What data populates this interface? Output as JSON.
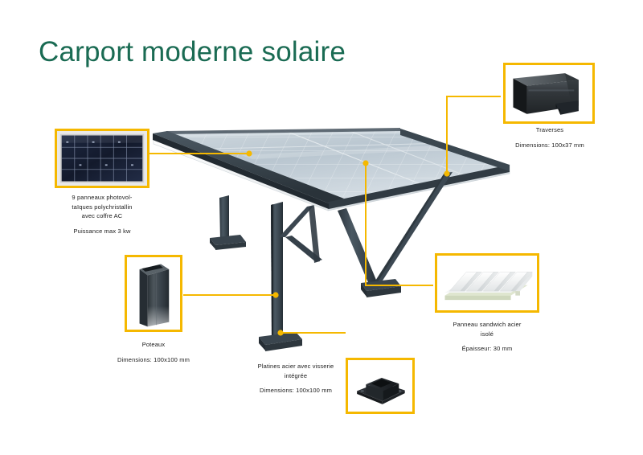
{
  "page": {
    "title": "Carport moderne solaire",
    "title_color": "#1a6b53",
    "accent_color": "#f5b800",
    "background_color": "#ffffff",
    "structure_color": "#3d4a54"
  },
  "callouts": {
    "solar_panel": {
      "icon": "solar-panel-photo",
      "caption_lines": [
        "9 panneaux photovol-",
        "taïques polychristallin",
        "avec coffre AC"
      ],
      "spec_lines": [
        "Puissance max 3 kw"
      ]
    },
    "traverses": {
      "icon": "steel-beam-photo",
      "caption_lines": [
        "Traverses"
      ],
      "spec_lines": [
        "Dimensions: 100x37 mm"
      ]
    },
    "poteaux": {
      "icon": "steel-post-photo",
      "caption_lines": [
        "Poteaux"
      ],
      "spec_lines": [
        "Dimensions: 100x100 mm"
      ]
    },
    "platines": {
      "icon": "base-plate-photo",
      "caption_lines": [
        "Platines acier avec visserie",
        "intégrée"
      ],
      "spec_lines": [
        "Dimensions: 100x100 mm"
      ]
    },
    "panneau_sandwich": {
      "icon": "sandwich-panel-photo",
      "caption_lines": [
        "Panneau sandwich acier",
        "isolé"
      ],
      "spec_lines": [
        "Épaisseur: 30 mm"
      ]
    }
  },
  "diagram": {
    "name": "carport-3d-illustration",
    "alt": "Carport solaire moderne, structure acier avec toiture photovoltaïque"
  }
}
